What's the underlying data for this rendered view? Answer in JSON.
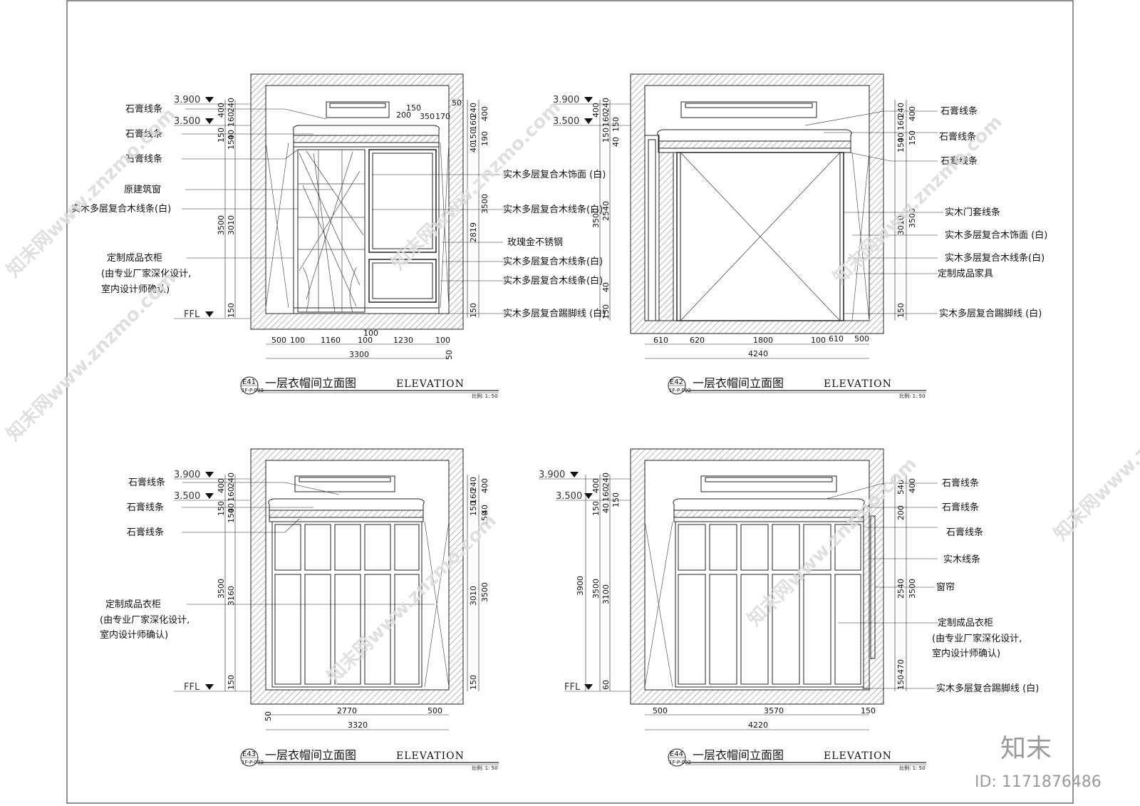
{
  "drawing": {
    "elevations": [
      {
        "tag": "E41",
        "sub": "1F-P-003",
        "title_cn": "一层衣帽间立面图",
        "title_en": "ELEVATION",
        "scale": "比例: 1: 50",
        "levels": [
          "3.900",
          "3.500",
          "FFL"
        ],
        "left_labels": [
          "石膏线条",
          "石膏线条",
          "石膏线条",
          "原建筑窗",
          "实木多层复合木线条(白)",
          "定制成品衣柜",
          "(由专业厂家深化设计,",
          "室内设计师确认)"
        ],
        "right_labels": [
          "实木多层复合木饰面 (白)",
          "实木多层复合木线条(白)",
          "玫瑰金不锈钢",
          "实木多层复合木线条(白)",
          "实木多层复合木线条(白)",
          "实木多层复合踢脚线 (白)"
        ],
        "left_dims": [
          "400",
          "240",
          "160",
          "150",
          "40",
          "150",
          "3010",
          "3500",
          "150"
        ],
        "right_dims": [
          "240",
          "160",
          "150",
          "40",
          "2819",
          "3500",
          "150",
          "400",
          "190",
          "50"
        ],
        "top_dims": [
          "150",
          "200",
          "350",
          "170",
          "50"
        ],
        "bottom_dims": [
          "500",
          "100",
          "1160",
          "100",
          "100",
          "1230",
          "100",
          "3300",
          "50"
        ]
      },
      {
        "tag": "E42",
        "sub": "1F-P-002",
        "title_cn": "一层衣帽间立面图",
        "title_en": "ELEVATION",
        "scale": "比例: 1: 50",
        "levels": [
          "3.900",
          "3.500"
        ],
        "left_labels": [],
        "right_labels": [
          "石膏线条",
          "石膏线条",
          "石膏线条",
          "实木门套线条",
          "实木多层复合木饰面 (白)",
          "实木多层复合木线条(白)",
          "定制成品家具",
          "实木多层复合踢脚线 (白)"
        ],
        "left_dims": [
          "400",
          "240",
          "160",
          "150",
          "40",
          "150",
          "2540",
          "3500",
          "40",
          "150"
        ],
        "right_dims": [
          "240",
          "160",
          "400",
          "150",
          "40",
          "150",
          "3010",
          "3500",
          "150"
        ],
        "bottom_dims": [
          "610",
          "620",
          "1800",
          "100",
          "610",
          "500",
          "4240"
        ]
      },
      {
        "tag": "E43",
        "sub": "1F-P-003",
        "title_cn": "一层衣帽间立面图",
        "title_en": "ELEVATION",
        "scale": "比例: 1: 50",
        "levels": [
          "3.900",
          "3.500",
          "FFL"
        ],
        "left_labels": [
          "石膏线条",
          "石膏线条",
          "石膏线条",
          "定制成品衣柜",
          "(由专业厂家深化设计,",
          "室内设计师确认)"
        ],
        "right_labels": [],
        "left_dims": [
          "400",
          "240",
          "160",
          "150",
          "40",
          "150",
          "3160",
          "3500",
          "150"
        ],
        "right_dims": [
          "240",
          "160",
          "400",
          "150",
          "40",
          "150",
          "3010",
          "3500",
          "150"
        ],
        "bottom_dims": [
          "50",
          "2770",
          "500",
          "3320"
        ]
      },
      {
        "tag": "E44",
        "sub": "1F-P-002",
        "title_cn": "一层衣帽间立面图",
        "title_en": "ELEVATION",
        "scale": "比例: 1: 50",
        "levels": [
          "3.900",
          "3.500",
          "FFL"
        ],
        "left_labels": [],
        "right_labels": [
          "石膏线条",
          "石膏线条",
          "石膏线条",
          "实木线条",
          "窗帘",
          "定制成品衣柜",
          "(由专业厂家深化设计,",
          "室内设计师确认)",
          "实木多层复合踢脚线 (白)"
        ],
        "left_dims": [
          "400",
          "240",
          "160",
          "150",
          "40",
          "150",
          "3100",
          "3500",
          "3900",
          "60"
        ],
        "right_dims": [
          "540",
          "400",
          "200",
          "2540",
          "3500",
          "470",
          "150"
        ],
        "bottom_dims": [
          "500",
          "3570",
          "150",
          "4220"
        ]
      }
    ]
  },
  "watermark": {
    "text": "知末网www.znzmo.com",
    "brand": "知末",
    "id": "ID: 1171876486"
  }
}
